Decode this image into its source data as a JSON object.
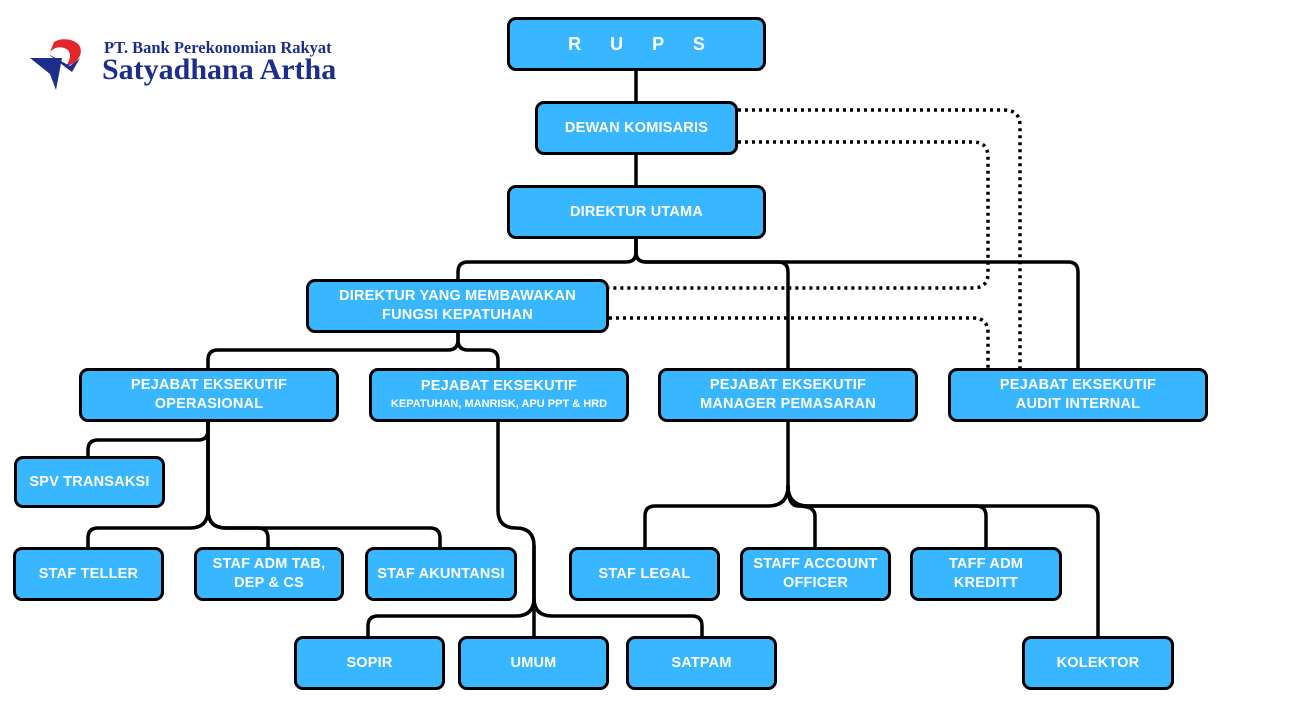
{
  "logo": {
    "line1": "PT. Bank Perekonomian Rakyat",
    "line2": "Satyadhana Artha",
    "brand_color": "#1d2d8c",
    "accent_color": "#e3262a"
  },
  "colors": {
    "box_fill": "#38b6ff",
    "box_border": "#000000",
    "box_text": "#ffffff"
  },
  "nodes": {
    "rups": "R U P S",
    "dewan_komisaris": "DEWAN KOMISARIS",
    "direktur_utama": "DIREKTUR UTAMA",
    "direktur_kepatuhan": {
      "line1": "DIREKTUR YANG MEMBAWAKAN",
      "line2": "FUNGSI KEPATUHAN"
    },
    "pe_operasional": {
      "line1": "PEJABAT EKSEKUTIF",
      "line2": "OPERASIONAL"
    },
    "pe_kepatuhan": {
      "line1": "PEJABAT EKSEKUTIF",
      "line2": "KEPATUHAN, MANRISK, APU PPT & HRD"
    },
    "pe_pemasaran": {
      "line1": "PEJABAT EKSEKUTIF",
      "line2": "MANAGER PEMASARAN"
    },
    "pe_audit": {
      "line1": "PEJABAT EKSEKUTIF",
      "line2": "AUDIT INTERNAL"
    },
    "spv_transaksi": "SPV TRANSAKSI",
    "staf_teller": "STAF TELLER",
    "staf_adm_tab": {
      "line1": "STAF ADM TAB,",
      "line2": "DEP & CS"
    },
    "staf_akuntansi": "STAF AKUNTANSI",
    "staf_legal": "STAF LEGAL",
    "staff_account_officer": {
      "line1": "STAFF ACCOUNT",
      "line2": "OFFICER"
    },
    "taff_adm_kreditt": {
      "line1": "TAFF ADM",
      "line2": "KREDITT"
    },
    "sopir": "SOPIR",
    "umum": "UMUM",
    "satpam": "SATPAM",
    "kolektor": "KOLEKTOR"
  }
}
